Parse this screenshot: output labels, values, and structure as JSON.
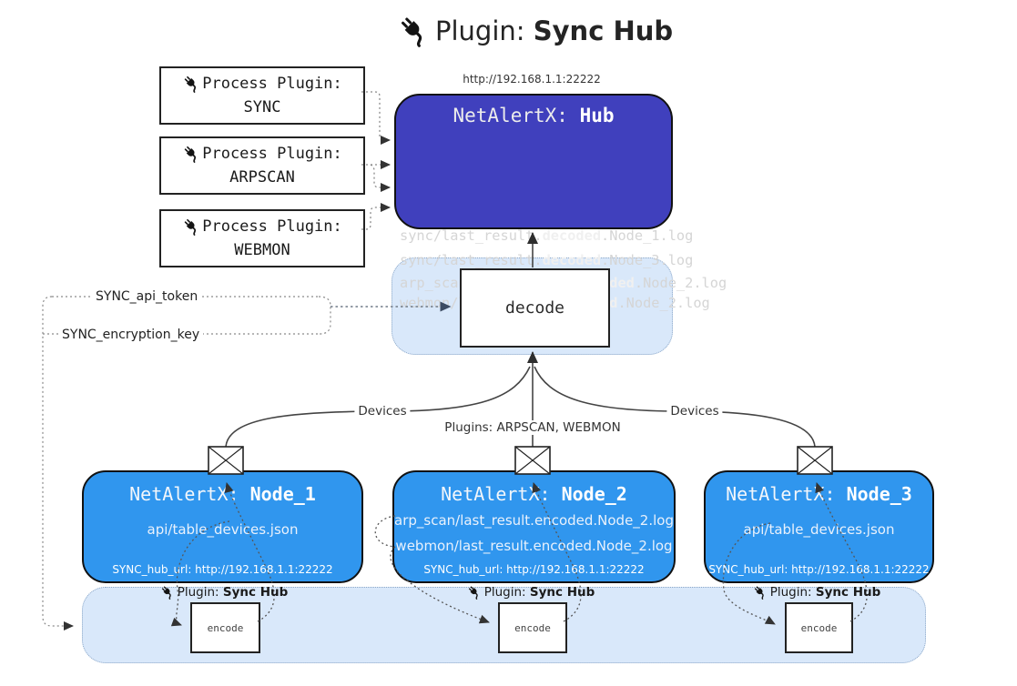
{
  "page_title": {
    "prefix": "Plugin: ",
    "bold": "Sync Hub"
  },
  "hub": {
    "url_label": "http://192.168.1.1:22222",
    "name_prefix": "NetAlertX: ",
    "name_bold": "Hub",
    "files": [
      {
        "pre": "sync/last_result.",
        "bold": "decoded",
        "post": ".Node_1.log"
      },
      {
        "pre": "sync/last_result.",
        "bold": "decoded",
        "post": ".Node_3.log"
      },
      {
        "pre": "arp_scan/last_result.",
        "bold": "decoded",
        "post": ".Node_2.log"
      },
      {
        "pre": "webmon/last_result.",
        "bold": "decoded",
        "post": ".Node_2.log"
      }
    ]
  },
  "process_plugins": [
    {
      "label": "Process Plugin:",
      "name": "SYNC"
    },
    {
      "label": "Process Plugin:",
      "name": "ARPSCAN"
    },
    {
      "label": "Process Plugin:",
      "name": "WEBMON"
    }
  ],
  "decode_stage": {
    "label": "decode"
  },
  "settings": {
    "api_token": "SYNC_api_token",
    "encryption_key": "SYNC_encryption_key"
  },
  "edge_labels": {
    "devices_left": "Devices",
    "devices_right": "Devices",
    "plugins": "Plugins: ARPSCAN, WEBMON"
  },
  "nodes": [
    {
      "name_prefix": "NetAlertX: ",
      "name_bold": "Node_1",
      "files": [
        "api/table_devices.json"
      ],
      "hub_url": "SYNC_hub_url: http://192.168.1.1:22222"
    },
    {
      "name_prefix": "NetAlertX: ",
      "name_bold": "Node_2",
      "files": [
        "arp_scan/last_result.encoded.Node_2.log",
        "webmon/last_result.encoded.Node_2.log"
      ],
      "hub_url": "SYNC_hub_url: http://192.168.1.1:22222"
    },
    {
      "name_prefix": "NetAlertX: ",
      "name_bold": "Node_3",
      "files": [
        "api/table_devices.json"
      ],
      "hub_url": "SYNC_hub_url: http://192.168.1.1:22222"
    }
  ],
  "encode_stage": {
    "plugin_prefix": "Plugin: ",
    "plugin_bold": "Sync Hub",
    "label": "encode"
  },
  "colors": {
    "hub_fill": "#4040bd",
    "node_fill": "#3096ee",
    "stage_fill": "#d9e8fa"
  }
}
